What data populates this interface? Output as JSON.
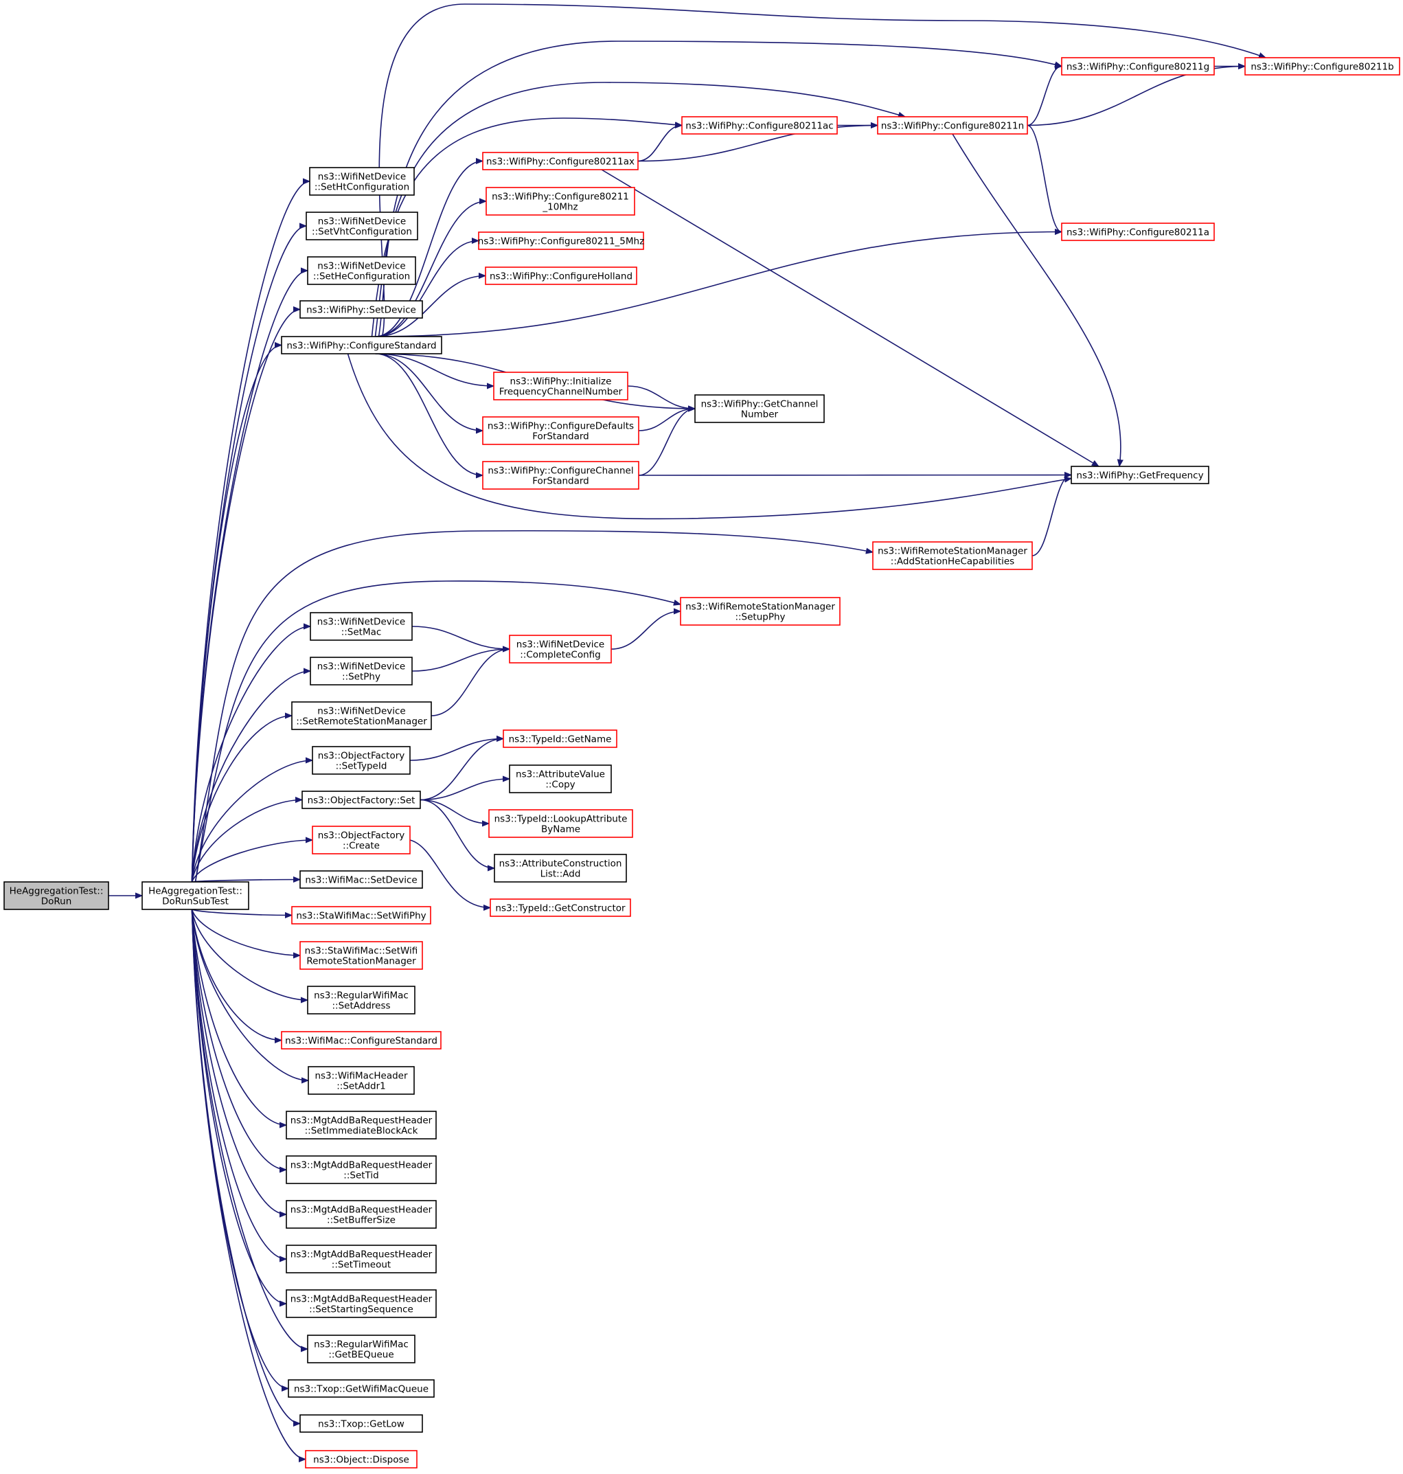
{
  "colors": {
    "edge": "#191970",
    "node_border_documented": "#000000",
    "node_border_undocumented": "#ff0000",
    "current_node_fill": "#bfbfbf"
  },
  "nodes": [
    {
      "id": "doRun",
      "lines": [
        "HeAggregationTest::",
        "DoRun"
      ],
      "style": "current"
    },
    {
      "id": "doRunSubTest",
      "lines": [
        "HeAggregationTest::",
        "DoRunSubTest"
      ],
      "style": "black"
    },
    {
      "id": "setHtConfiguration",
      "lines": [
        "ns3::WifiNetDevice",
        "::SetHtConfiguration"
      ],
      "style": "black"
    },
    {
      "id": "setVhtConfiguration",
      "lines": [
        "ns3::WifiNetDevice",
        "::SetVhtConfiguration"
      ],
      "style": "black"
    },
    {
      "id": "setHeConfiguration",
      "lines": [
        "ns3::WifiNetDevice",
        "::SetHeConfiguration"
      ],
      "style": "black"
    },
    {
      "id": "phySetDevice",
      "lines": [
        "ns3::WifiPhy::SetDevice"
      ],
      "style": "black"
    },
    {
      "id": "phyConfigureStandard",
      "lines": [
        "ns3::WifiPhy::ConfigureStandard"
      ],
      "style": "black"
    },
    {
      "id": "setMac",
      "lines": [
        "ns3::WifiNetDevice",
        "::SetMac"
      ],
      "style": "black"
    },
    {
      "id": "setPhy",
      "lines": [
        "ns3::WifiNetDevice",
        "::SetPhy"
      ],
      "style": "black"
    },
    {
      "id": "setRemoteStationManager",
      "lines": [
        "ns3::WifiNetDevice",
        "::SetRemoteStationManager"
      ],
      "style": "black"
    },
    {
      "id": "setTypeId",
      "lines": [
        "ns3::ObjectFactory",
        "::SetTypeId"
      ],
      "style": "black"
    },
    {
      "id": "factorySet",
      "lines": [
        "ns3::ObjectFactory::Set"
      ],
      "style": "black"
    },
    {
      "id": "factoryCreate",
      "lines": [
        "ns3::ObjectFactory",
        "::Create"
      ],
      "style": "red"
    },
    {
      "id": "macSetDevice",
      "lines": [
        "ns3::WifiMac::SetDevice"
      ],
      "style": "black"
    },
    {
      "id": "setWifiPhy",
      "lines": [
        "ns3::StaWifiMac::SetWifiPhy"
      ],
      "style": "red"
    },
    {
      "id": "setWifiRemoteStationManager",
      "lines": [
        "ns3::StaWifiMac::SetWifi",
        "RemoteStationManager"
      ],
      "style": "red"
    },
    {
      "id": "setAddress",
      "lines": [
        "ns3::RegularWifiMac",
        "::SetAddress"
      ],
      "style": "black"
    },
    {
      "id": "macConfigureStandard",
      "lines": [
        "ns3::WifiMac::ConfigureStandard"
      ],
      "style": "red"
    },
    {
      "id": "setAddr1",
      "lines": [
        "ns3::WifiMacHeader",
        "::SetAddr1"
      ],
      "style": "black"
    },
    {
      "id": "setImmediateBlockAck",
      "lines": [
        "ns3::MgtAddBaRequestHeader",
        "::SetImmediateBlockAck"
      ],
      "style": "black"
    },
    {
      "id": "setTid",
      "lines": [
        "ns3::MgtAddBaRequestHeader",
        "::SetTid"
      ],
      "style": "black"
    },
    {
      "id": "setBufferSize",
      "lines": [
        "ns3::MgtAddBaRequestHeader",
        "::SetBufferSize"
      ],
      "style": "black"
    },
    {
      "id": "setTimeout",
      "lines": [
        "ns3::MgtAddBaRequestHeader",
        "::SetTimeout"
      ],
      "style": "black"
    },
    {
      "id": "setStartingSequence",
      "lines": [
        "ns3::MgtAddBaRequestHeader",
        "::SetStartingSequence"
      ],
      "style": "black"
    },
    {
      "id": "getBEQueue",
      "lines": [
        "ns3::RegularWifiMac",
        "::GetBEQueue"
      ],
      "style": "black"
    },
    {
      "id": "getWifiMacQueue",
      "lines": [
        "ns3::Txop::GetWifiMacQueue"
      ],
      "style": "black"
    },
    {
      "id": "getLow",
      "lines": [
        "ns3::Txop::GetLow"
      ],
      "style": "black"
    },
    {
      "id": "dispose",
      "lines": [
        "ns3::Object::Dispose"
      ],
      "style": "red"
    },
    {
      "id": "configure80211ax",
      "lines": [
        "ns3::WifiPhy::Configure80211ax"
      ],
      "style": "red"
    },
    {
      "id": "configure80211_10Mhz",
      "lines": [
        "ns3::WifiPhy::Configure80211",
        "_10Mhz"
      ],
      "style": "red"
    },
    {
      "id": "configure80211_5Mhz",
      "lines": [
        "ns3::WifiPhy::Configure80211_5Mhz"
      ],
      "style": "red"
    },
    {
      "id": "configureHolland",
      "lines": [
        "ns3::WifiPhy::ConfigureHolland"
      ],
      "style": "red"
    },
    {
      "id": "initializeFrequencyChannelNumber",
      "lines": [
        "ns3::WifiPhy::Initialize",
        "FrequencyChannelNumber"
      ],
      "style": "red"
    },
    {
      "id": "configureDefaultsForStandard",
      "lines": [
        "ns3::WifiPhy::ConfigureDefaults",
        "ForStandard"
      ],
      "style": "red"
    },
    {
      "id": "configureChannelForStandard",
      "lines": [
        "ns3::WifiPhy::ConfigureChannel",
        "ForStandard"
      ],
      "style": "red"
    },
    {
      "id": "configure80211ac",
      "lines": [
        "ns3::WifiPhy::Configure80211ac"
      ],
      "style": "red"
    },
    {
      "id": "configure80211n",
      "lines": [
        "ns3::WifiPhy::Configure80211n"
      ],
      "style": "red"
    },
    {
      "id": "configure80211g",
      "lines": [
        "ns3::WifiPhy::Configure80211g"
      ],
      "style": "red"
    },
    {
      "id": "configure80211b",
      "lines": [
        "ns3::WifiPhy::Configure80211b"
      ],
      "style": "red"
    },
    {
      "id": "configure80211a",
      "lines": [
        "ns3::WifiPhy::Configure80211a"
      ],
      "style": "red"
    },
    {
      "id": "getChannelNumber",
      "lines": [
        "ns3::WifiPhy::GetChannel",
        "Number"
      ],
      "style": "black"
    },
    {
      "id": "getFrequency",
      "lines": [
        "ns3::WifiPhy::GetFrequency"
      ],
      "style": "black"
    },
    {
      "id": "addStationHeCapabilities",
      "lines": [
        "ns3::WifiRemoteStationManager",
        "::AddStationHeCapabilities"
      ],
      "style": "red"
    },
    {
      "id": "setupPhy",
      "lines": [
        "ns3::WifiRemoteStationManager",
        "::SetupPhy"
      ],
      "style": "red"
    },
    {
      "id": "completeConfig",
      "lines": [
        "ns3::WifiNetDevice",
        "::CompleteConfig"
      ],
      "style": "red"
    },
    {
      "id": "typeIdGetName",
      "lines": [
        "ns3::TypeId::GetName"
      ],
      "style": "red"
    },
    {
      "id": "attributeValueCopy",
      "lines": [
        "ns3::AttributeValue",
        "::Copy"
      ],
      "style": "black"
    },
    {
      "id": "lookupAttributeByName",
      "lines": [
        "ns3::TypeId::LookupAttribute",
        "ByName"
      ],
      "style": "red"
    },
    {
      "id": "attributeConstructionListAdd",
      "lines": [
        "ns3::AttributeConstruction",
        "List::Add"
      ],
      "style": "black"
    },
    {
      "id": "getConstructor",
      "lines": [
        "ns3::TypeId::GetConstructor"
      ],
      "style": "red"
    }
  ],
  "edges": [
    [
      "doRun",
      "doRunSubTest"
    ],
    [
      "doRunSubTest",
      "setHtConfiguration"
    ],
    [
      "doRunSubTest",
      "setVhtConfiguration"
    ],
    [
      "doRunSubTest",
      "setHeConfiguration"
    ],
    [
      "doRunSubTest",
      "phySetDevice"
    ],
    [
      "doRunSubTest",
      "phyConfigureStandard"
    ],
    [
      "doRunSubTest",
      "addStationHeCapabilities"
    ],
    [
      "doRunSubTest",
      "setupPhy"
    ],
    [
      "doRunSubTest",
      "setMac"
    ],
    [
      "doRunSubTest",
      "setPhy"
    ],
    [
      "doRunSubTest",
      "setRemoteStationManager"
    ],
    [
      "doRunSubTest",
      "setTypeId"
    ],
    [
      "doRunSubTest",
      "factorySet"
    ],
    [
      "doRunSubTest",
      "factoryCreate"
    ],
    [
      "doRunSubTest",
      "macSetDevice"
    ],
    [
      "doRunSubTest",
      "setWifiPhy"
    ],
    [
      "doRunSubTest",
      "setWifiRemoteStationManager"
    ],
    [
      "doRunSubTest",
      "setAddress"
    ],
    [
      "doRunSubTest",
      "macConfigureStandard"
    ],
    [
      "doRunSubTest",
      "setAddr1"
    ],
    [
      "doRunSubTest",
      "setImmediateBlockAck"
    ],
    [
      "doRunSubTest",
      "setTid"
    ],
    [
      "doRunSubTest",
      "setBufferSize"
    ],
    [
      "doRunSubTest",
      "setTimeout"
    ],
    [
      "doRunSubTest",
      "setStartingSequence"
    ],
    [
      "doRunSubTest",
      "getBEQueue"
    ],
    [
      "doRunSubTest",
      "getWifiMacQueue"
    ],
    [
      "doRunSubTest",
      "getLow"
    ],
    [
      "doRunSubTest",
      "dispose"
    ],
    [
      "phyConfigureStandard",
      "configure80211b"
    ],
    [
      "phyConfigureStandard",
      "configure80211g"
    ],
    [
      "phyConfigureStandard",
      "configure80211n"
    ],
    [
      "phyConfigureStandard",
      "configure80211ac"
    ],
    [
      "phyConfigureStandard",
      "configure80211ax"
    ],
    [
      "phyConfigureStandard",
      "configure80211_10Mhz"
    ],
    [
      "phyConfigureStandard",
      "configure80211_5Mhz"
    ],
    [
      "phyConfigureStandard",
      "configureHolland"
    ],
    [
      "phyConfigureStandard",
      "configure80211a"
    ],
    [
      "phyConfigureStandard",
      "getChannelNumber"
    ],
    [
      "phyConfigureStandard",
      "initializeFrequencyChannelNumber"
    ],
    [
      "phyConfigureStandard",
      "configureDefaultsForStandard"
    ],
    [
      "phyConfigureStandard",
      "configureChannelForStandard"
    ],
    [
      "phyConfigureStandard",
      "getFrequency"
    ],
    [
      "configure80211ax",
      "configure80211ac"
    ],
    [
      "configure80211ax",
      "configure80211n"
    ],
    [
      "configure80211ax",
      "getFrequency"
    ],
    [
      "configure80211ac",
      "configure80211n"
    ],
    [
      "configure80211n",
      "configure80211g"
    ],
    [
      "configure80211n",
      "configure80211b"
    ],
    [
      "configure80211n",
      "configure80211a"
    ],
    [
      "configure80211n",
      "getFrequency"
    ],
    [
      "configure80211g",
      "configure80211b"
    ],
    [
      "initializeFrequencyChannelNumber",
      "getChannelNumber"
    ],
    [
      "configureDefaultsForStandard",
      "getChannelNumber"
    ],
    [
      "configureChannelForStandard",
      "getChannelNumber"
    ],
    [
      "configureChannelForStandard",
      "getFrequency"
    ],
    [
      "addStationHeCapabilities",
      "getFrequency"
    ],
    [
      "setMac",
      "completeConfig"
    ],
    [
      "setPhy",
      "completeConfig"
    ],
    [
      "setRemoteStationManager",
      "completeConfig"
    ],
    [
      "completeConfig",
      "setupPhy"
    ],
    [
      "setTypeId",
      "typeIdGetName"
    ],
    [
      "factorySet",
      "typeIdGetName"
    ],
    [
      "factorySet",
      "attributeValueCopy"
    ],
    [
      "factorySet",
      "lookupAttributeByName"
    ],
    [
      "factorySet",
      "attributeConstructionListAdd"
    ],
    [
      "factoryCreate",
      "getConstructor"
    ]
  ]
}
